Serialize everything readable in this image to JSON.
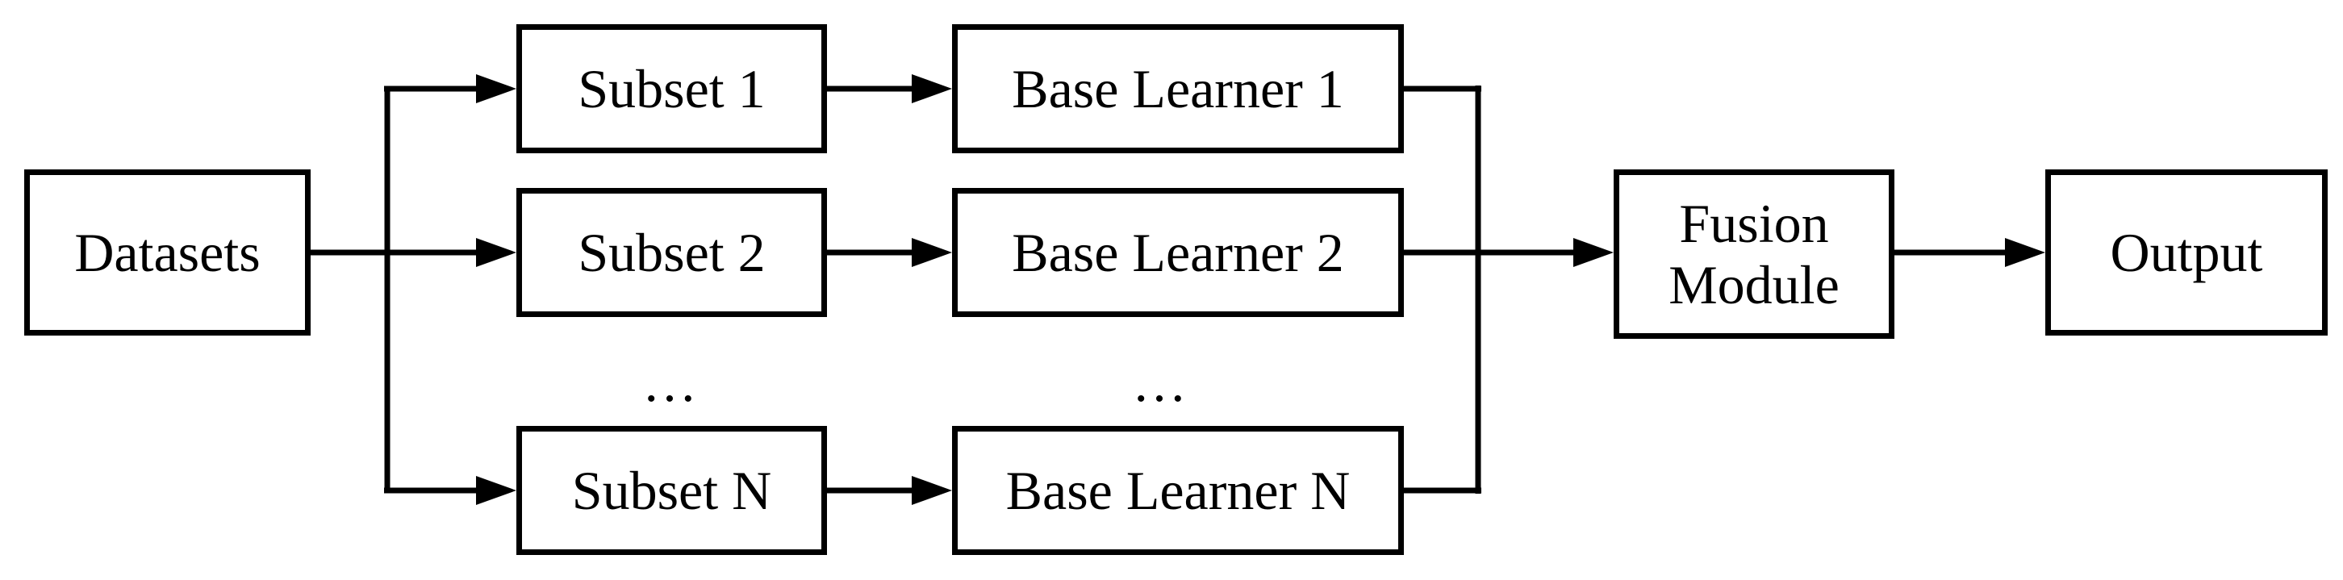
{
  "diagram": {
    "datasets": "Datasets",
    "subsets": [
      "Subset 1",
      "Subset 2",
      "Subset N"
    ],
    "learners": [
      "Base Learner 1",
      "Base Learner 2",
      "Base Learner N"
    ],
    "ellipsis": "…",
    "fusion_line1": "Fusion",
    "fusion_line2": "Module",
    "output": "Output"
  }
}
